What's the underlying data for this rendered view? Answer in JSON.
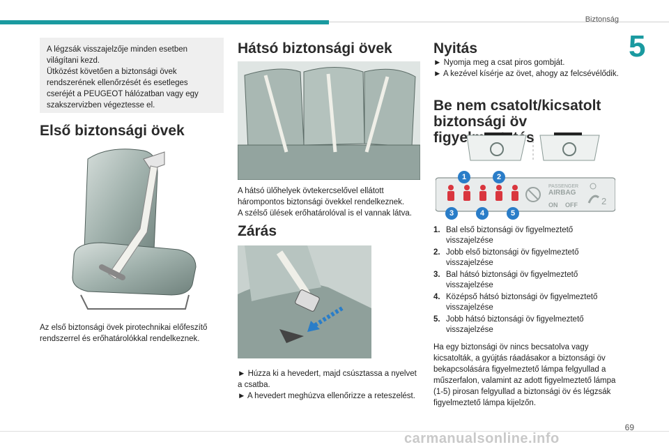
{
  "header": {
    "section": "Biztonság",
    "chapter": "5"
  },
  "note": "A légzsák visszajelzője minden esetben világítani kezd.\nÜtközést követően a biztonsági övek rendszerének ellenőrzését és esetleges cseréjét a PEUGEOT hálózatban vagy egy szakszervizben végeztesse el.",
  "col1": {
    "title": "Első biztonsági övek",
    "caption": "Az első biztonsági övek pirotechnikai előfeszítő rendszerrel és erőhatárolókkal rendelkeznek."
  },
  "col2": {
    "title": "Hátsó biztonsági övek",
    "rear_text": "A hátsó ülőhelyek övtekercselővel ellátott hárompontos biztonsági övekkel rendelkeznek.\nA szélső ülések erőhatárolóval is el vannak látva.",
    "lock_title": "Zárás",
    "lock_text": "► Húzza ki a hevedert, majd csúsztassa a nyelvet a csatba.\n► A hevedert meghúzva ellenőrizze a reteszelést."
  },
  "col3": {
    "open_title": "Nyitás",
    "open_text": "► Nyomja meg a csat piros gombját.\n► A kezével kísérje az övet, ahogy az felcsévélődik.",
    "warn_title": "Be nem csatolt/kicsatolt biztonsági öv figyelmeztetés",
    "panel_label_top": "PASSENGER",
    "panel_label_airbag": "AIRBAG",
    "panel_on": "ON",
    "panel_off": "OFF",
    "panel_seat2": "2",
    "markers": [
      "1",
      "2",
      "3",
      "4",
      "5"
    ],
    "list": [
      {
        "n": "1.",
        "text": "Bal első biztonsági öv figyelmeztető visszajelzése"
      },
      {
        "n": "2.",
        "text": "Jobb első biztonsági öv figyelmeztető visszajelzése"
      },
      {
        "n": "3.",
        "text": "Bal hátsó biztonsági öv figyelmeztető visszajelzése"
      },
      {
        "n": "4.",
        "text": "Középső hátsó biztonsági öv figyelmeztető visszajelzése"
      },
      {
        "n": "5.",
        "text": "Jobb hátsó biztonsági öv figyelmeztető visszajelzése"
      }
    ],
    "final_text": "Ha egy biztonsági öv nincs becsatolva vagy kicsatolták, a gyújtás ráadásakor a biztonsági öv bekapcsolására figyelmeztető lámpa felgyullad a műszerfalon, valamint az adott figyelmeztető lámpa (1-5) pirosan felgyullad a biztonsági öv és légzsák figyelmeztető lámpa kijelzőn."
  },
  "footer": {
    "page": "69",
    "watermark": "carmanualsonline.info"
  },
  "colors": {
    "accent": "#1a9aa0",
    "warning_red": "#d9363e",
    "marker_blue": "#2a7dc8"
  }
}
